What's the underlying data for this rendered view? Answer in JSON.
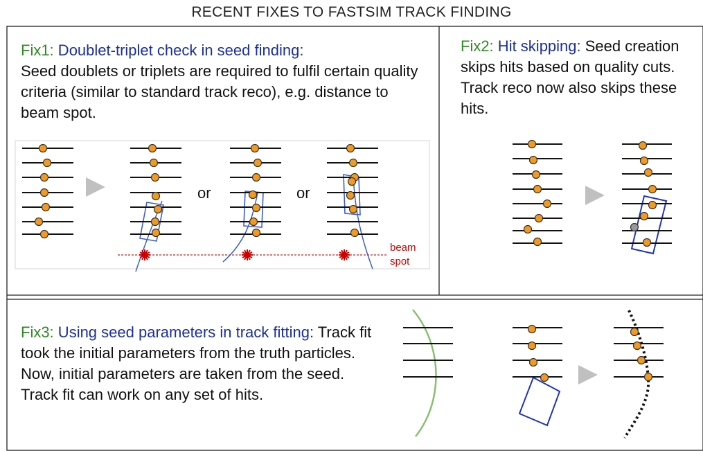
{
  "title": "RECENT FIXES TO FASTSIM TRACK FINDING",
  "fix1": {
    "label": "Fix1:",
    "heading": " Doublet-triplet check in seed finding:",
    "body": "Seed doublets or triplets are required to fulfil certain quality criteria (similar to standard track reco), e.g. distance to beam spot.",
    "or1": "or",
    "or2": "or",
    "beam_line1": "beam",
    "beam_line2": "spot"
  },
  "fix2": {
    "label": "Fix2:",
    "heading": " Hit skipping:",
    "body": " Seed creation skips hits based on quality cuts.  Track reco now also skips these hits."
  },
  "fix3": {
    "label": "Fix3:",
    "heading": " Using seed parameters in track fitting:",
    "body": " Track fit took the initial parameters from the truth particles.  Now, initial parameters are taken from the seed.  Track fit can work on any set of hits."
  },
  "colors": {
    "hit": "#f39a1e",
    "hit_skipped": "#999999",
    "seed_box": "#2233bb",
    "track": "#3a5fcd",
    "beam_spot": "#cc0000",
    "green_track": "#88c070",
    "arrow": "#c0c0c0"
  }
}
